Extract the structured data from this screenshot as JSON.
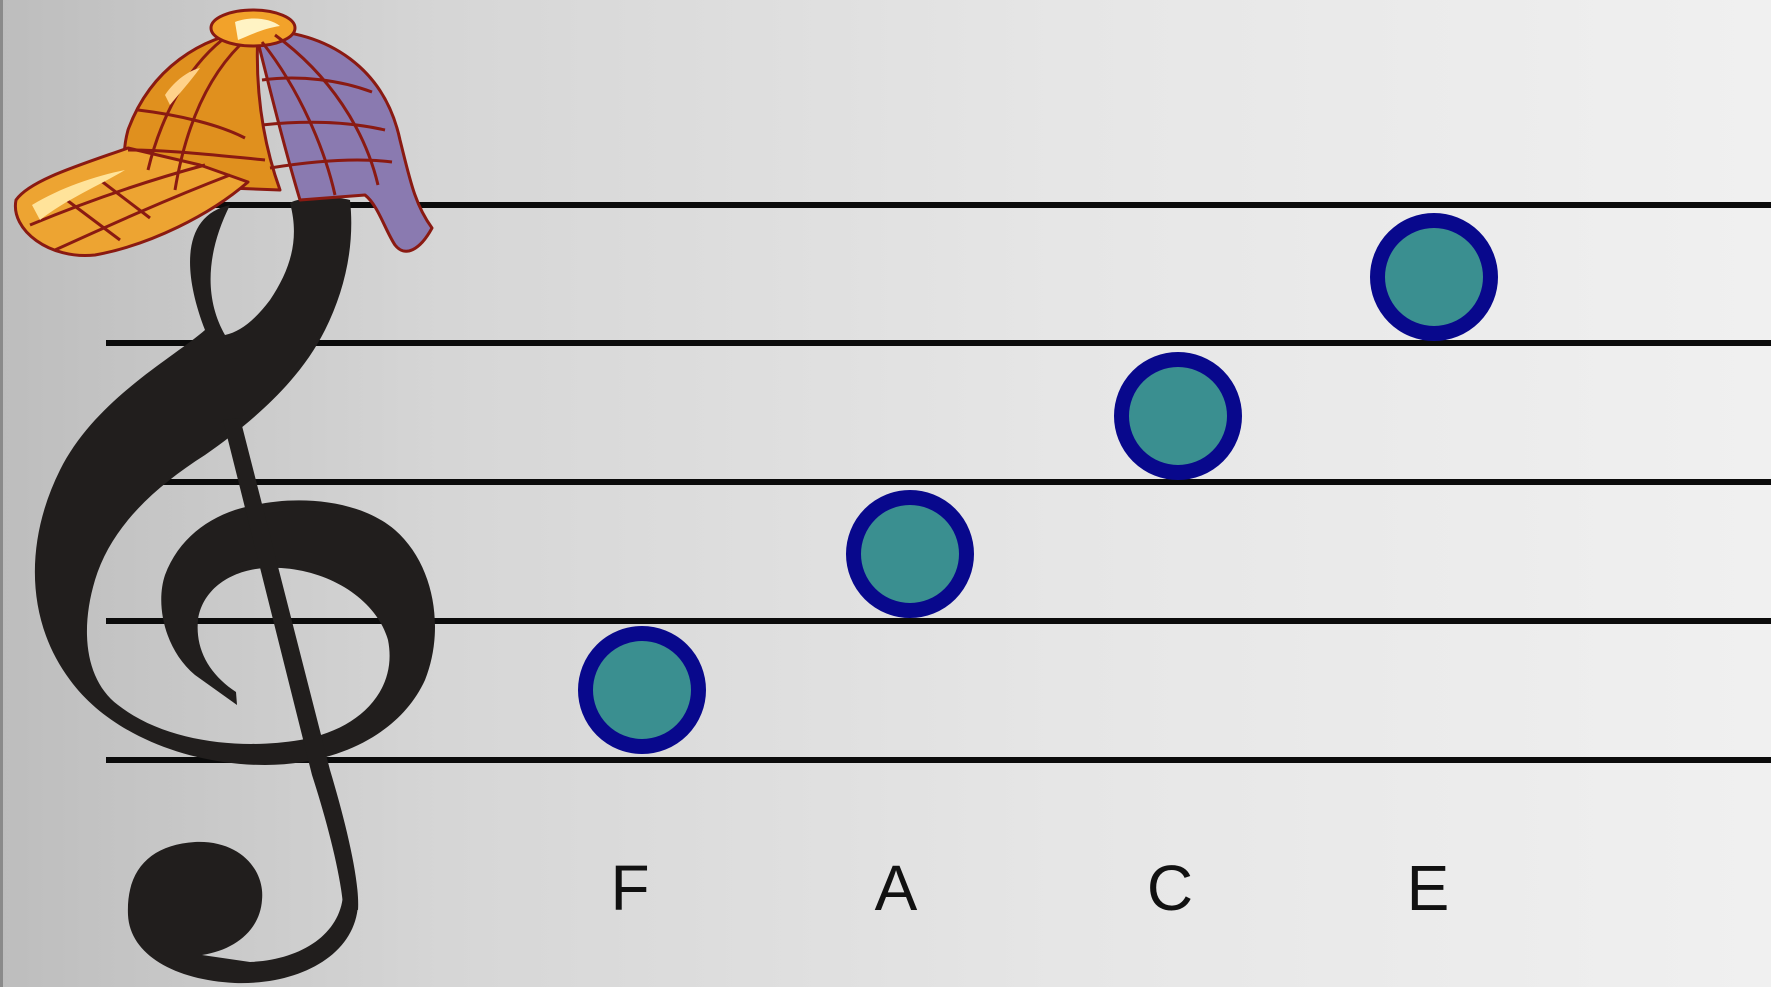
{
  "colors": {
    "staff_line": "#0b0b0b",
    "note_fill": "#3a8f90",
    "note_outline": "#08088c",
    "clef": "#211e1d",
    "hat_orange": "#e0901e",
    "hat_purple": "#8a7ab0",
    "hat_outline": "#8a1a12"
  },
  "staff": {
    "line_count": 5
  },
  "notes": [
    {
      "letter": "F"
    },
    {
      "letter": "A"
    },
    {
      "letter": "C"
    },
    {
      "letter": "E"
    }
  ],
  "icons": {
    "clef": "treble-clef-icon",
    "hat": "detective-cap-icon"
  }
}
